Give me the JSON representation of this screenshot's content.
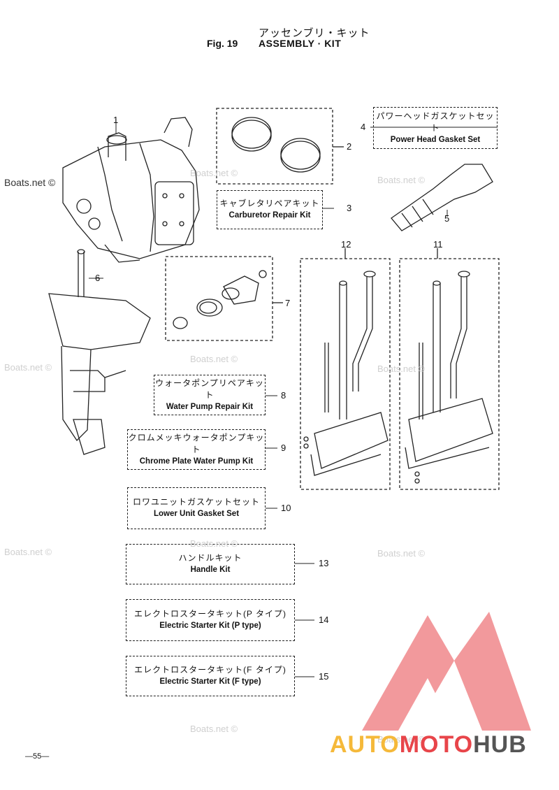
{
  "title": {
    "jp": "アッセンブリ・キット",
    "fig": "Fig. 19",
    "en": "ASSEMBLY · KIT"
  },
  "boxes": [
    {
      "id": "4",
      "jp": "パワーヘッドガスケットセット",
      "en": "Power Head Gasket Set"
    },
    {
      "id": "3",
      "jp": "キャブレタリペアキット",
      "en": "Carburetor Repair Kit"
    },
    {
      "id": "8",
      "jp": "ウォータポンプリペアキット",
      "en": "Water Pump Repair Kit"
    },
    {
      "id": "9",
      "jp": "クロムメッキウォータポンプキット",
      "en": "Chrome Plate Water Pump Kit"
    },
    {
      "id": "10",
      "jp": "ロワユニットガスケットセット",
      "en": "Lower Unit Gasket Set"
    },
    {
      "id": "13",
      "jp": "ハンドルキット",
      "en": "Handle Kit"
    },
    {
      "id": "14",
      "jp": "エレクトロスタータキット(P タイプ)",
      "en": "Electric Starter Kit (P type)"
    },
    {
      "id": "15",
      "jp": "エレクトロスタータキット(F タイプ)",
      "en": "Electric Starter Kit (F type)"
    }
  ],
  "callouts": [
    "1",
    "2",
    "3",
    "4",
    "5",
    "6",
    "7",
    "8",
    "9",
    "10",
    "11",
    "12",
    "13",
    "14",
    "15"
  ],
  "watermark": "Boats.net ©",
  "page_number": "—55—",
  "brand": {
    "part1": "AUTO",
    "part2": "MOTO",
    "part3": "HUB"
  },
  "colors": {
    "brand_red": "#e8454a",
    "brand_orange": "#f5b93a",
    "brand_gray": "#555555"
  }
}
